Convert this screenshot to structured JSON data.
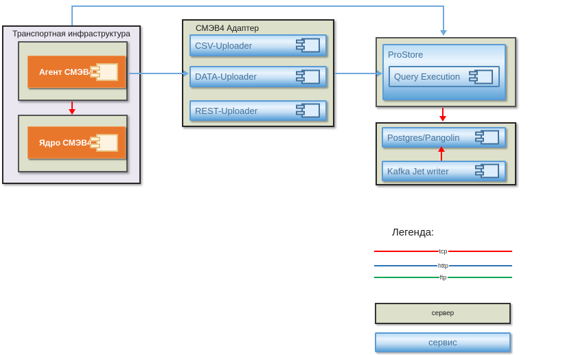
{
  "transport": {
    "title": "Транспортная инфраструктура",
    "components": [
      "Агент СМЭВ4",
      "Ядро СМЭВ4"
    ]
  },
  "adapter": {
    "title": "СМЭВ4 Адаптер",
    "components": [
      "CSV-Uploader",
      "DATA-Uploader",
      "REST-Uploader"
    ]
  },
  "prostore": {
    "title": "ProStore",
    "components": [
      "Query Execution"
    ]
  },
  "storage": {
    "components": [
      "Postgres/Pangolin",
      "Kafka Jet writer"
    ]
  },
  "legend": {
    "title": "Легенда:",
    "lines": [
      {
        "label": "tcp",
        "color": "#ff0000"
      },
      {
        "label": "http",
        "color": "#2e75b6"
      },
      {
        "label": "ftp",
        "color": "#00a651"
      }
    ],
    "server_label": "сервер",
    "service_label": "сервис"
  },
  "colors": {
    "connector_blue": "#6fa8dc",
    "connector_red": "#ff0000",
    "sage_fill": "#dde1cb",
    "transport_fill": "#eae7f1",
    "component_orange": "#e8772c",
    "service_border": "#5b9bd5",
    "service_text": "#41719c"
  }
}
